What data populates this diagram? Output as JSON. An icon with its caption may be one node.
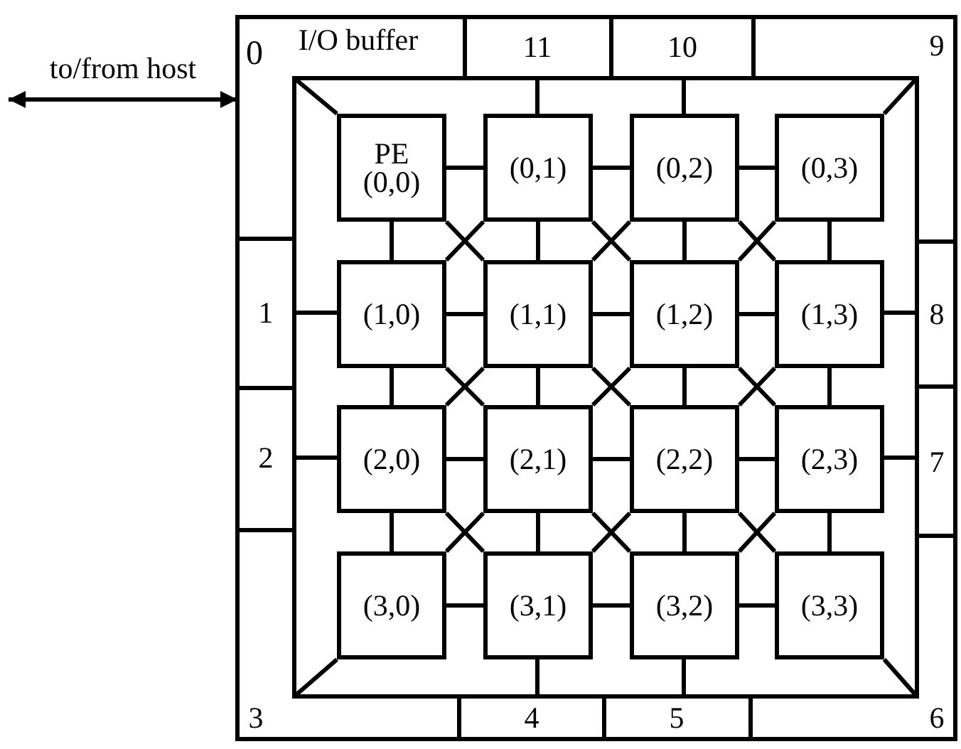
{
  "diagram": {
    "nodes": [
      {
        "text": [
          "0",
          "I/O buffer"
        ]
      },
      {
        "text": [
          "1"
        ]
      },
      {
        "text": [
          "2"
        ]
      },
      {
        "text": [
          "3"
        ]
      },
      {
        "text": [
          "4"
        ]
      },
      {
        "text": [
          "5"
        ]
      },
      {
        "text": [
          "6"
        ]
      },
      {
        "text": [
          "7"
        ]
      },
      {
        "text": [
          "8"
        ]
      },
      {
        "text": [
          "9"
        ]
      },
      {
        "text": [
          "10"
        ]
      },
      {
        "text": [
          "11"
        ]
      },
      {
        "text": [
          "PE",
          "(0,0)"
        ]
      },
      {
        "text": [
          "(0,1)"
        ]
      },
      {
        "text": [
          "(0,2)"
        ]
      },
      {
        "text": [
          "(0,3)"
        ]
      },
      {
        "text": [
          "(1,0)"
        ]
      },
      {
        "text": [
          "(1,1)"
        ]
      },
      {
        "text": [
          "(1,2)"
        ]
      },
      {
        "text": [
          "(1,3)"
        ]
      },
      {
        "text": [
          "(2,0)"
        ]
      },
      {
        "text": [
          "(2,1)"
        ]
      },
      {
        "text": [
          "(2,2)"
        ]
      },
      {
        "text": [
          "(2,3)"
        ]
      },
      {
        "text": [
          "(3,0)"
        ]
      },
      {
        "text": [
          "(3,1)"
        ]
      },
      {
        "text": [
          "(3,2)"
        ]
      },
      {
        "text": [
          "(3,3)"
        ]
      }
    ],
    "edges": [
      {
        "from": 0,
        "to": 12,
        "arrow": "none"
      },
      {
        "from": 11,
        "to": 13,
        "arrow": "none"
      },
      {
        "from": 10,
        "to": 14,
        "arrow": "none"
      },
      {
        "from": 9,
        "to": 15,
        "arrow": "none"
      },
      {
        "from": 1,
        "to": 16,
        "arrow": "none"
      },
      {
        "from": 8,
        "to": 19,
        "arrow": "none"
      },
      {
        "from": 2,
        "to": 20,
        "arrow": "none"
      },
      {
        "from": 7,
        "to": 23,
        "arrow": "none"
      },
      {
        "from": 3,
        "to": 24,
        "arrow": "none"
      },
      {
        "from": 4,
        "to": 25,
        "arrow": "none"
      },
      {
        "from": 5,
        "to": 26,
        "arrow": "none"
      },
      {
        "from": 6,
        "to": 27,
        "arrow": "none"
      },
      {
        "from": 12,
        "to": 13,
        "arrow": "none"
      },
      {
        "from": 13,
        "to": 14,
        "arrow": "none"
      },
      {
        "from": 14,
        "to": 15,
        "arrow": "none"
      },
      {
        "from": 16,
        "to": 17,
        "arrow": "none"
      },
      {
        "from": 17,
        "to": 18,
        "arrow": "none"
      },
      {
        "from": 18,
        "to": 19,
        "arrow": "none"
      },
      {
        "from": 20,
        "to": 21,
        "arrow": "none"
      },
      {
        "from": 21,
        "to": 22,
        "arrow": "none"
      },
      {
        "from": 22,
        "to": 23,
        "arrow": "none"
      },
      {
        "from": 24,
        "to": 25,
        "arrow": "none"
      },
      {
        "from": 25,
        "to": 26,
        "arrow": "none"
      },
      {
        "from": 26,
        "to": 27,
        "arrow": "none"
      },
      {
        "from": 12,
        "to": 16,
        "arrow": "none"
      },
      {
        "from": 13,
        "to": 17,
        "arrow": "none"
      },
      {
        "from": 14,
        "to": 18,
        "arrow": "none"
      },
      {
        "from": 15,
        "to": 19,
        "arrow": "none"
      },
      {
        "from": 16,
        "to": 20,
        "arrow": "none"
      },
      {
        "from": 17,
        "to": 21,
        "arrow": "none"
      },
      {
        "from": 18,
        "to": 22,
        "arrow": "none"
      },
      {
        "from": 19,
        "to": 23,
        "arrow": "none"
      },
      {
        "from": 20,
        "to": 24,
        "arrow": "none"
      },
      {
        "from": 21,
        "to": 25,
        "arrow": "none"
      },
      {
        "from": 22,
        "to": 26,
        "arrow": "none"
      },
      {
        "from": 23,
        "to": 27,
        "arrow": "none"
      },
      {
        "from": 12,
        "to": 17,
        "arrow": "none"
      },
      {
        "from": 13,
        "to": 16,
        "arrow": "none"
      },
      {
        "from": 13,
        "to": 18,
        "arrow": "none"
      },
      {
        "from": 14,
        "to": 17,
        "arrow": "none"
      },
      {
        "from": 14,
        "to": 19,
        "arrow": "none"
      },
      {
        "from": 15,
        "to": 18,
        "arrow": "none"
      },
      {
        "from": 16,
        "to": 21,
        "arrow": "none"
      },
      {
        "from": 17,
        "to": 20,
        "arrow": "none"
      },
      {
        "from": 17,
        "to": 22,
        "arrow": "none"
      },
      {
        "from": 18,
        "to": 21,
        "arrow": "none"
      },
      {
        "from": 18,
        "to": 23,
        "arrow": "none"
      },
      {
        "from": 19,
        "to": 22,
        "arrow": "none"
      },
      {
        "from": 20,
        "to": 25,
        "arrow": "none"
      },
      {
        "from": 21,
        "to": 24,
        "arrow": "none"
      },
      {
        "from": 21,
        "to": 26,
        "arrow": "none"
      },
      {
        "from": 22,
        "to": 25,
        "arrow": "none"
      },
      {
        "from": 22,
        "to": 27,
        "arrow": "none"
      },
      {
        "from": 23,
        "to": 26,
        "arrow": "none"
      },
      {
        "from": null,
        "to": 0,
        "arrow": "both",
        "label": "to/from host"
      }
    ]
  }
}
